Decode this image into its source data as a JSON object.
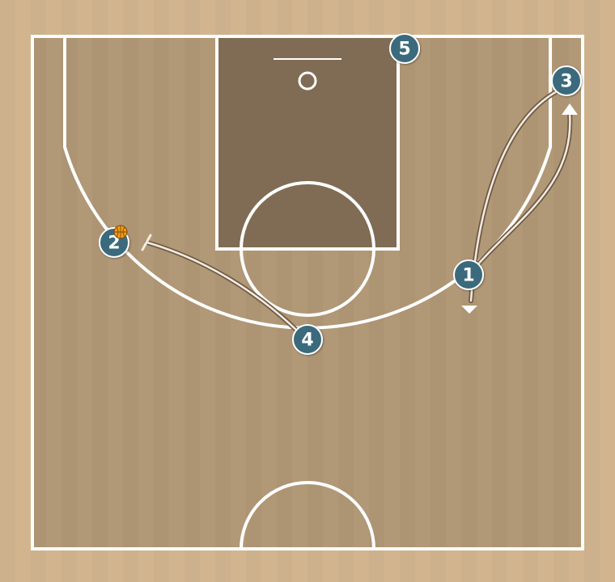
{
  "players": [
    {
      "number": "1"
    },
    {
      "number": "2"
    },
    {
      "number": "3"
    },
    {
      "number": "4"
    },
    {
      "number": "5"
    }
  ],
  "colors": {
    "wood_outer": "#d2b58f",
    "wood_inner": "#b19876",
    "paint": "#806c54",
    "lines": "#ffffff",
    "player": "#3b6b7b",
    "player_border": "#ffffff",
    "path": "#f4ebe0",
    "ball": "#f39c12"
  },
  "icons": {
    "ball": "basketball-icon",
    "hoop": "hoop-icon"
  }
}
